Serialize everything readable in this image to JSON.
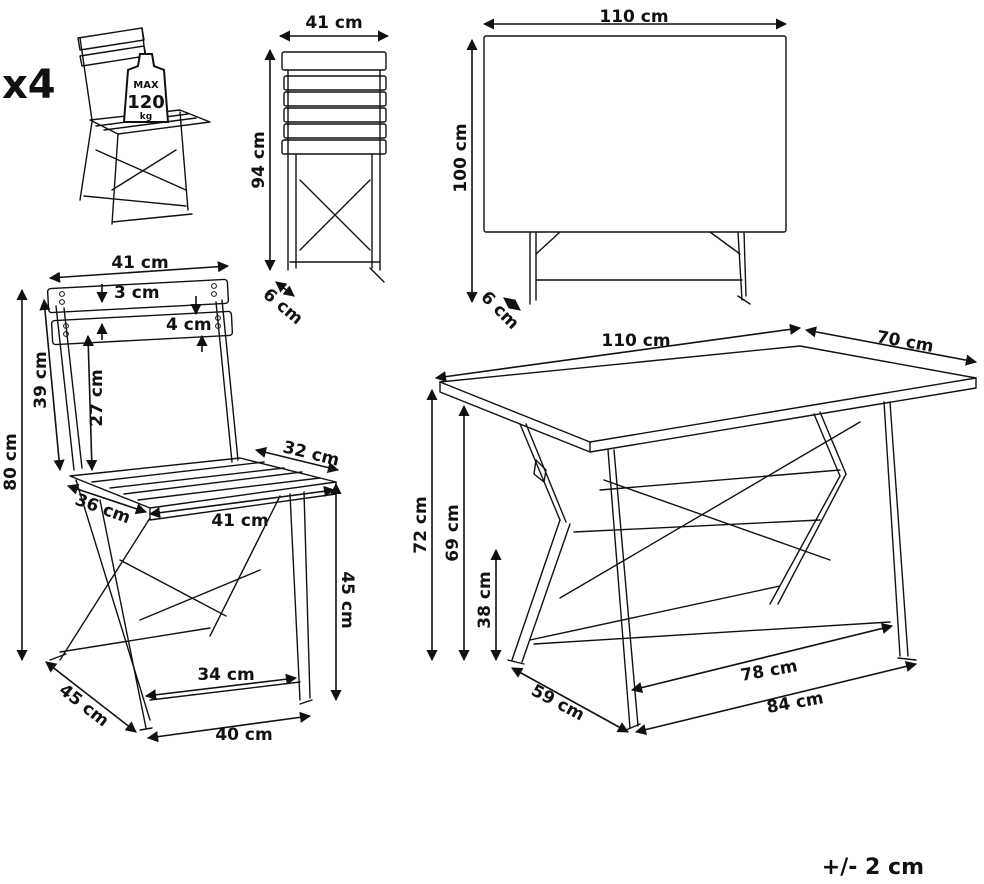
{
  "quantity_badge": "x4",
  "max_load": {
    "top": "MAX",
    "value": "120",
    "unit": "kg"
  },
  "folded_chair": {
    "width": "41 cm",
    "height": "94 cm",
    "depth": "6 cm"
  },
  "folded_table": {
    "width": "110 cm",
    "height": "100 cm",
    "depth": "6 cm"
  },
  "chair": {
    "backrest_width": "41 cm",
    "slat_top": "3 cm",
    "slat_gap": "4 cm",
    "backrest_height": "39 cm",
    "backrest_inner": "27 cm",
    "total_height": "80 cm",
    "seat_depth": "32 cm",
    "seat_side": "36 cm",
    "seat_width": "41 cm",
    "seat_height": "45 cm",
    "base_depth": "45 cm",
    "rail_width": "34 cm",
    "base_width": "40 cm"
  },
  "table": {
    "length": "110 cm",
    "width": "70 cm",
    "height": "72 cm",
    "leg_clearance": "69 cm",
    "rail_height": "38 cm",
    "rail_length": "78 cm",
    "base_length": "84 cm",
    "base_depth": "59 cm"
  },
  "tolerance": "+/- 2 cm"
}
